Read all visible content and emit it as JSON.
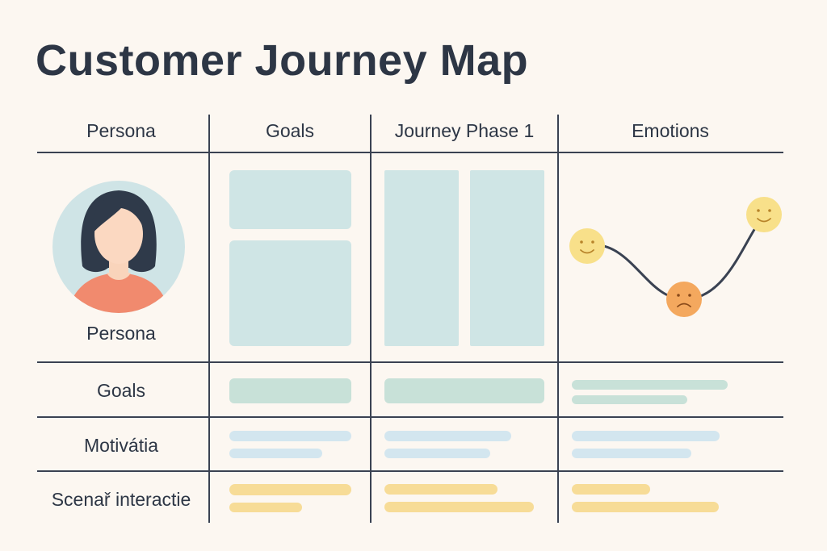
{
  "title": "Customer Journey Map",
  "columns": [
    "Persona",
    "Goals",
    "Journey Phase 1",
    "Emotions"
  ],
  "rows": [
    "Goals",
    "Motivátia",
    "Scenař interactie"
  ],
  "persona": {
    "label": "Persona"
  },
  "emotions": [
    "happy",
    "sad",
    "happy"
  ],
  "colors": {
    "line": "#3a4252",
    "placeholder_teal": "#cfe5e5",
    "placeholder_mint": "#c8e1d8",
    "placeholder_blue": "#d3e6ef",
    "placeholder_yellow": "#f7dc97",
    "happy_face": "#f8e08a",
    "sad_face": "#f4a85e",
    "avatar_bg": "#cfe4e6",
    "shirt": "#f18a6e"
  }
}
